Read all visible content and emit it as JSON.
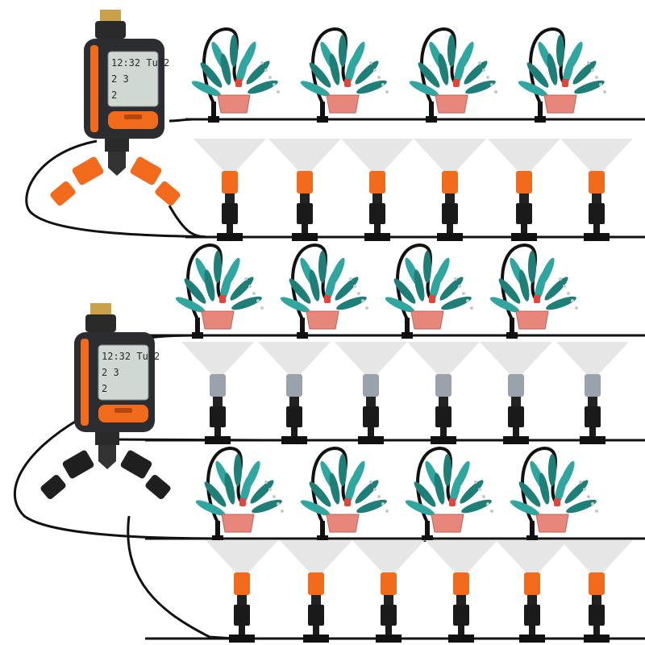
{
  "colors": {
    "background": "#ffffff",
    "tubing": "#111111",
    "timer_body": "#2b2d30",
    "timer_accent": "#f26a1b",
    "brass": "#c9a14a",
    "lcd": "#cfd8d2",
    "leaf": "#2fa7a0",
    "leaf_dark": "#1d7f78",
    "pot": "#e7867a",
    "dripper_red": "#e0463a",
    "mist": "#e6e6e6",
    "nozzle_orange": "#f26a1b",
    "nozzle_gray": "#9aa3ab"
  },
  "icons": {
    "timer": "water-timer-icon",
    "plant": "potted-plant-icon",
    "sprayer": "mist-sprayer-icon",
    "splitter": "y-splitter-icon"
  },
  "timers": [
    {
      "name": "timer-top",
      "display": {
        "row1": "12:32 Tu02",
        "row2": "2  3",
        "row3": "2"
      },
      "splitter_color": "orange"
    },
    {
      "name": "timer-bottom",
      "display": {
        "row1": "12:32 Tu02",
        "row2": "2  3",
        "row3": "2"
      },
      "splitter_color": "black"
    }
  ],
  "rows": [
    {
      "type": "plants",
      "count": 4
    },
    {
      "type": "sprayers",
      "count": 6,
      "nozzle": "orange"
    },
    {
      "type": "plants",
      "count": 4
    },
    {
      "type": "sprayers",
      "count": 6,
      "nozzle": "gray"
    },
    {
      "type": "plants",
      "count": 4
    },
    {
      "type": "sprayers",
      "count": 6,
      "nozzle": "orange"
    }
  ]
}
